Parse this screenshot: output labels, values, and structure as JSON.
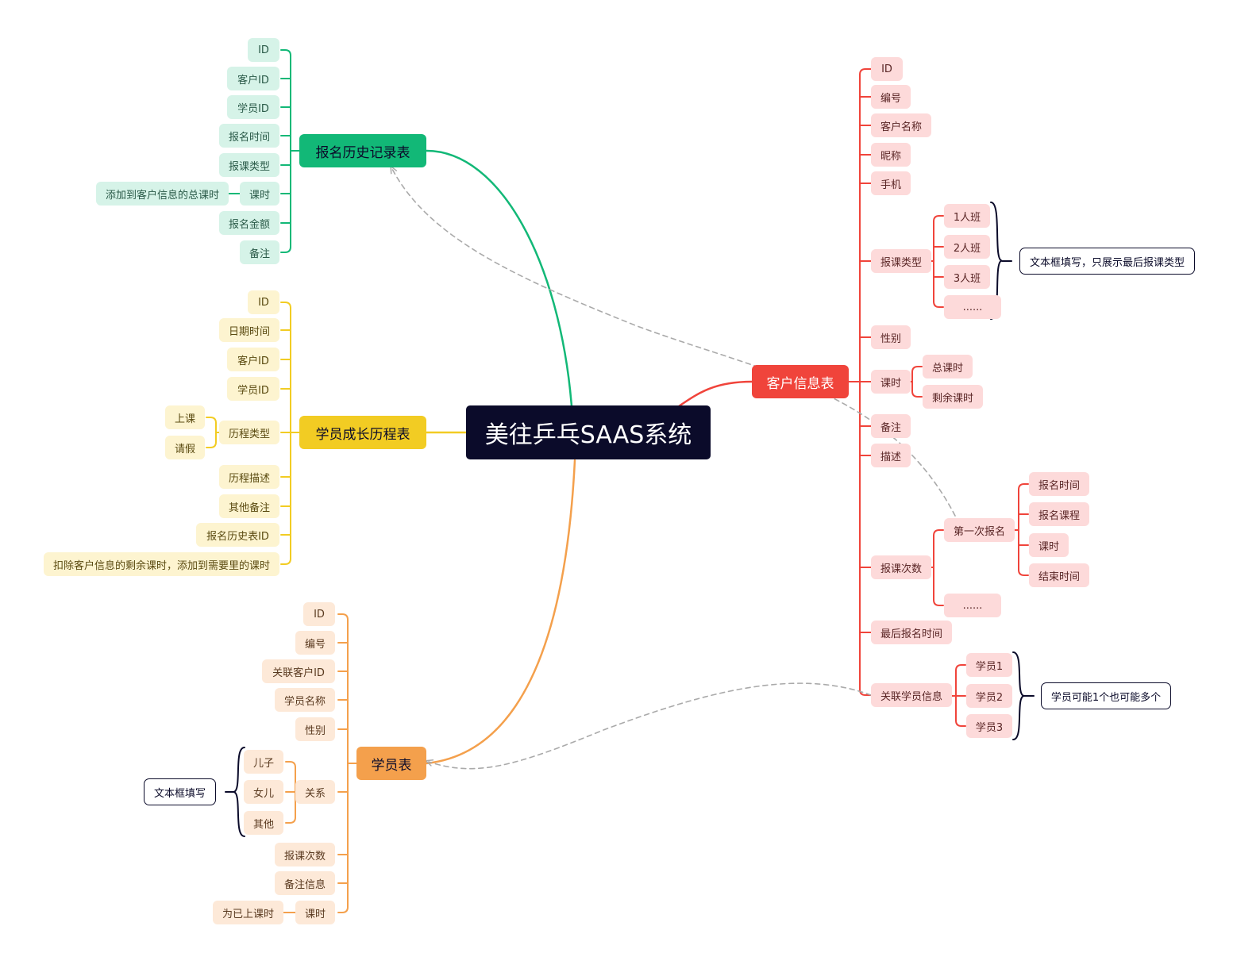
{
  "root": "美往乒乓SAAS系统",
  "branches": {
    "history": {
      "title": "报名历史记录表",
      "fields": [
        "ID",
        "客户ID",
        "学员ID",
        "报名时间",
        "报课类型",
        "课时",
        "报名金额",
        "备注"
      ],
      "hours_note": "添加到客户信息的总课时"
    },
    "growth": {
      "title": "学员成长历程表",
      "fields": [
        "ID",
        "日期时间",
        "客户ID",
        "学员ID",
        "历程类型",
        "历程描述",
        "其他备注",
        "报名历史表ID",
        "扣除客户信息的剩余课时，添加到需要里的课时"
      ],
      "type_children": [
        "上课",
        "请假"
      ]
    },
    "student": {
      "title": "学员表",
      "fields": [
        "ID",
        "编号",
        "关联客户ID",
        "学员名称",
        "性别",
        "关系",
        "报课次数",
        "备注信息",
        "课时"
      ],
      "relation_children": [
        "儿子",
        "女儿",
        "其他"
      ],
      "relation_note": "文本框填写",
      "hours_note": "为已上课时"
    },
    "customer": {
      "title": "客户信息表",
      "fields": [
        "ID",
        "编号",
        "客户名称",
        "昵称",
        "手机",
        "报课类型",
        "性别",
        "课时",
        "备注",
        "描述",
        "报课次数",
        "最后报名时间",
        "关联学员信息"
      ],
      "course_types": [
        "1人班",
        "2人班",
        "3人班",
        "......"
      ],
      "course_type_note": "文本框填写，只展示最后报课类型",
      "hours_children": [
        "总课时",
        "剩余课时"
      ],
      "signup_children": [
        "第一次报名",
        "......"
      ],
      "first_signup_children": [
        "报名时间",
        "报名课程",
        "课时",
        "结束时间"
      ],
      "students": [
        "学员1",
        "学员2",
        "学员3"
      ],
      "students_note": "学员可能1个也可能多个"
    }
  },
  "colors": {
    "root": "#0b0b2a",
    "green": "#12b877",
    "yellow": "#f2cc23",
    "orange": "#f4a04c",
    "red": "#f0443b",
    "dashed": "#aaaaaa"
  }
}
